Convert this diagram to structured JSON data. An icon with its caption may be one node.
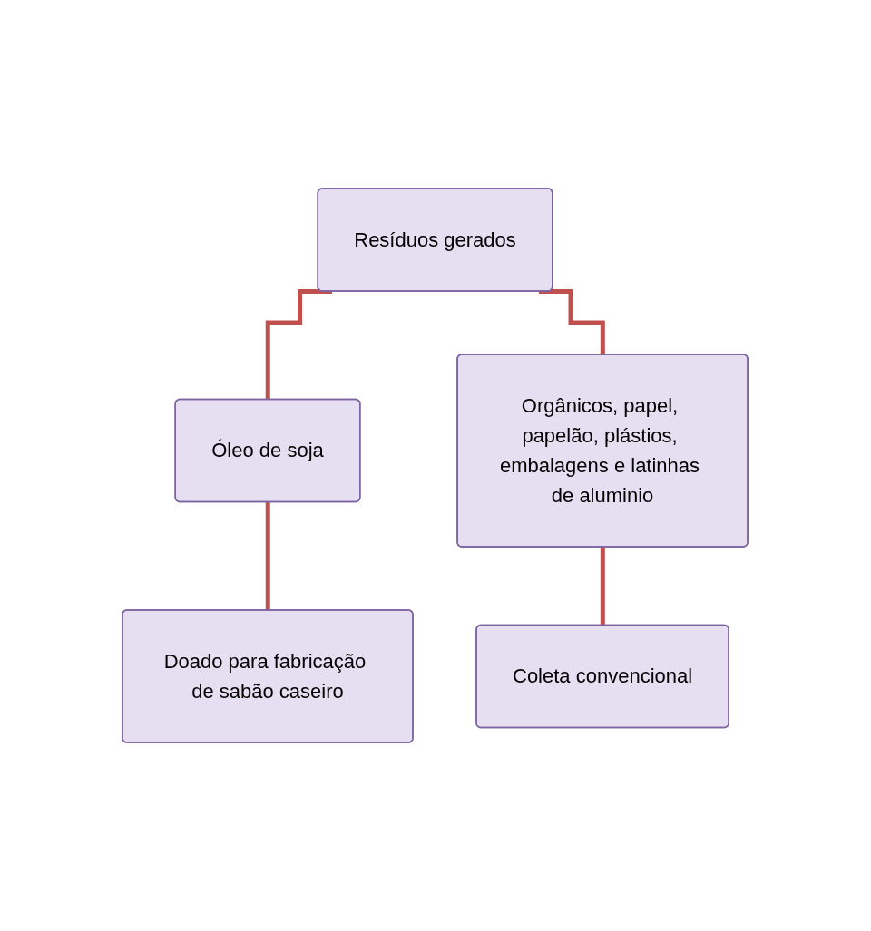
{
  "diagram": {
    "nodes": [
      {
        "text": [
          "Resíduos gerados"
        ]
      },
      {
        "text": [
          "Óleo de soja"
        ]
      },
      {
        "text": [
          "Orgânicos, papel, papelão, plástios, embalagens e latinhas de aluminio"
        ]
      },
      {
        "text": [
          "Doado para fabricação de sabão caseiro"
        ]
      },
      {
        "text": [
          "Coleta convencional"
        ]
      }
    ],
    "edges": [
      {
        "from": 0,
        "to": 1,
        "arrow": "none"
      },
      {
        "from": 0,
        "to": 2,
        "arrow": "none"
      },
      {
        "from": 1,
        "to": 3,
        "arrow": "none"
      },
      {
        "from": 2,
        "to": 4,
        "arrow": "none"
      }
    ]
  }
}
